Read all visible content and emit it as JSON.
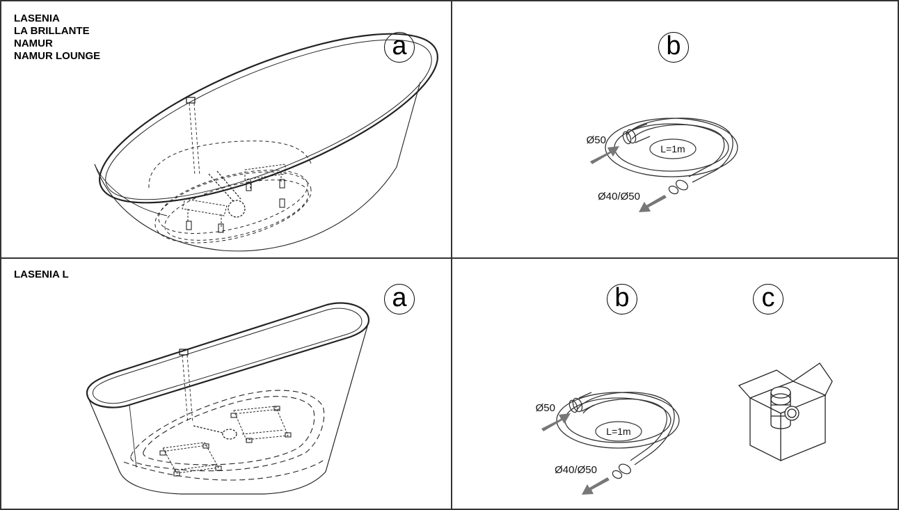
{
  "panels": {
    "top_left": {
      "models": [
        "LASENIA",
        "LA BRILLANTE",
        "NAMUR",
        "NAMUR LOUNGE"
      ],
      "badge": "a"
    },
    "top_right": {
      "badge": "b",
      "inlet_label": "Ø50",
      "length_label": "L=1m",
      "outlet_label": "Ø40/Ø50"
    },
    "bottom_left": {
      "model": "LASENIA L",
      "badge": "a"
    },
    "bottom_right": {
      "badge_hose": "b",
      "badge_box": "c",
      "inlet_label": "Ø50",
      "length_label": "L=1m",
      "outlet_label": "Ø40/Ø50"
    }
  },
  "colors": {
    "line": "#333333",
    "arrow": "#777777",
    "drawing": "#222222"
  }
}
